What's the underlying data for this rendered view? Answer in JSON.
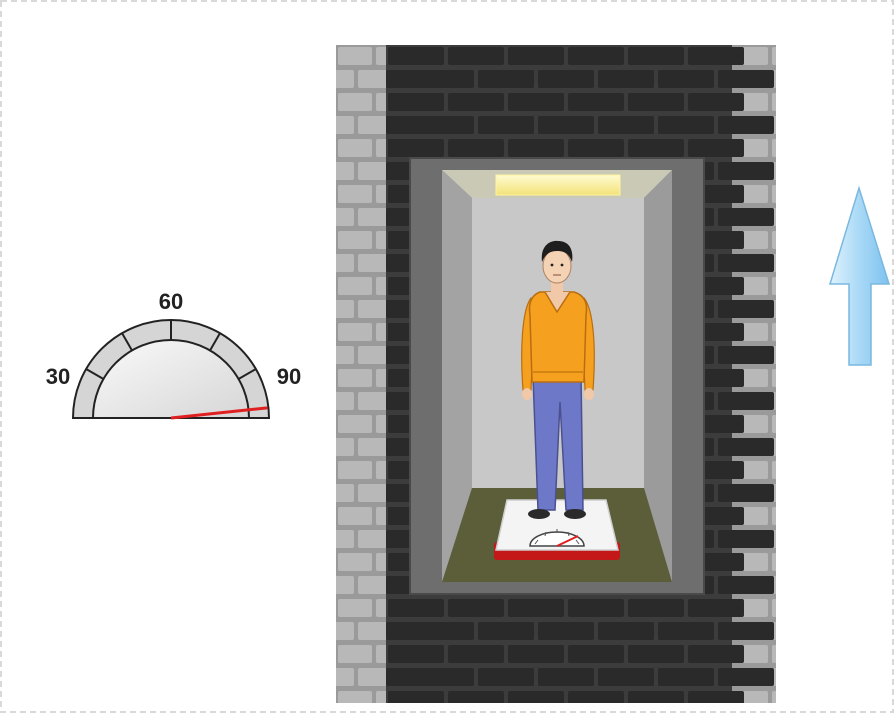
{
  "gauge": {
    "labels": [
      "30",
      "60",
      "90"
    ],
    "reading": 88,
    "needle_color": "#e02020"
  },
  "elevator": {
    "direction": "up",
    "ceiling_light_color": "#fff3a0",
    "floor_color": "#5c5e3a"
  },
  "person": {
    "shirt_color": "#f5a01e",
    "pants_color": "#6e78c8"
  },
  "scale": {
    "base_color": "#c41818",
    "needle_color": "#e02020"
  },
  "arrow": {
    "label": "",
    "color": "#a8d8f5"
  }
}
